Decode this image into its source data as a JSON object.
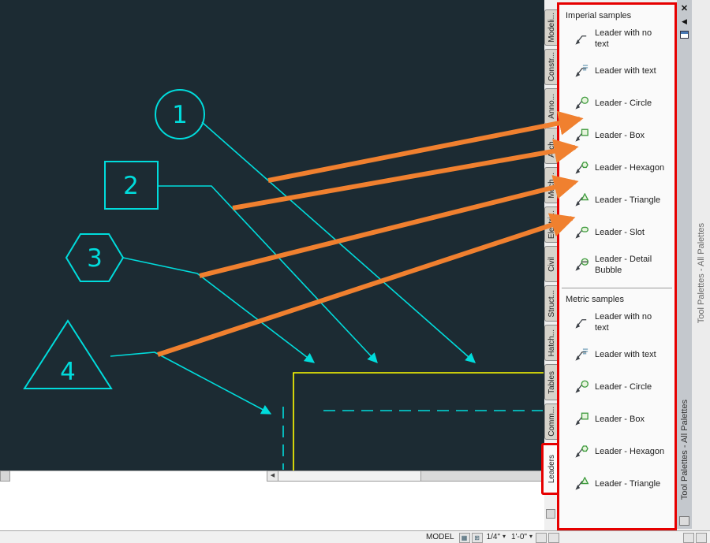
{
  "colors": {
    "bg": "#1c2b33",
    "cyan": "#00dcdc",
    "yellow": "#ffff00",
    "orange": "#f0802f",
    "red": "#e60000",
    "green": "#3f9b3f"
  },
  "drawing": {
    "shapes": [
      {
        "label": "1"
      },
      {
        "label": "2"
      },
      {
        "label": "3"
      },
      {
        "label": "4"
      }
    ]
  },
  "tabs": [
    {
      "label": "Modeli..."
    },
    {
      "label": "Constr..."
    },
    {
      "label": "Anno..."
    },
    {
      "label": "Arch..."
    },
    {
      "label": "Mech..."
    },
    {
      "label": "Electri..."
    },
    {
      "label": "Civil"
    },
    {
      "label": "Struct..."
    },
    {
      "label": "Hatch..."
    },
    {
      "label": "Tables"
    },
    {
      "label": "Comm..."
    },
    {
      "label": "Leaders"
    }
  ],
  "palette": {
    "groups": [
      {
        "title": "Imperial samples",
        "items": [
          {
            "label": "Leader with no text",
            "icon": "leader-no-text"
          },
          {
            "label": "Leader with text",
            "icon": "leader-text"
          },
          {
            "label": "Leader - Circle",
            "icon": "leader-circle"
          },
          {
            "label": "Leader - Box",
            "icon": "leader-box"
          },
          {
            "label": "Leader - Hexagon",
            "icon": "leader-hexagon"
          },
          {
            "label": "Leader - Triangle",
            "icon": "leader-triangle"
          },
          {
            "label": "Leader - Slot",
            "icon": "leader-slot"
          },
          {
            "label": "Leader - Detail Bubble",
            "icon": "leader-detail-bubble"
          }
        ]
      },
      {
        "title": "Metric samples",
        "items": [
          {
            "label": "Leader with no text",
            "icon": "leader-no-text"
          },
          {
            "label": "Leader with text",
            "icon": "leader-text"
          },
          {
            "label": "Leader - Circle",
            "icon": "leader-circle"
          },
          {
            "label": "Leader - Box",
            "icon": "leader-box"
          },
          {
            "label": "Leader - Hexagon",
            "icon": "leader-hexagon"
          },
          {
            "label": "Leader - Triangle",
            "icon": "leader-triangle"
          }
        ]
      }
    ]
  },
  "titlebars": {
    "inner": "Tool Palettes - All Palettes",
    "outer": "Tool Palettes - All Palettes"
  },
  "icons": {
    "close_glyph": "✕",
    "autohide_glyph": "◀",
    "scroll_left_glyph": "◀",
    "caret_glyph": "▾",
    "grid_glyph": "▦",
    "snap_glyph": "⊞"
  },
  "statusbar": {
    "model_label": "MODEL",
    "scale_value": "1/4\"",
    "scale_unit": "1'-0\""
  }
}
